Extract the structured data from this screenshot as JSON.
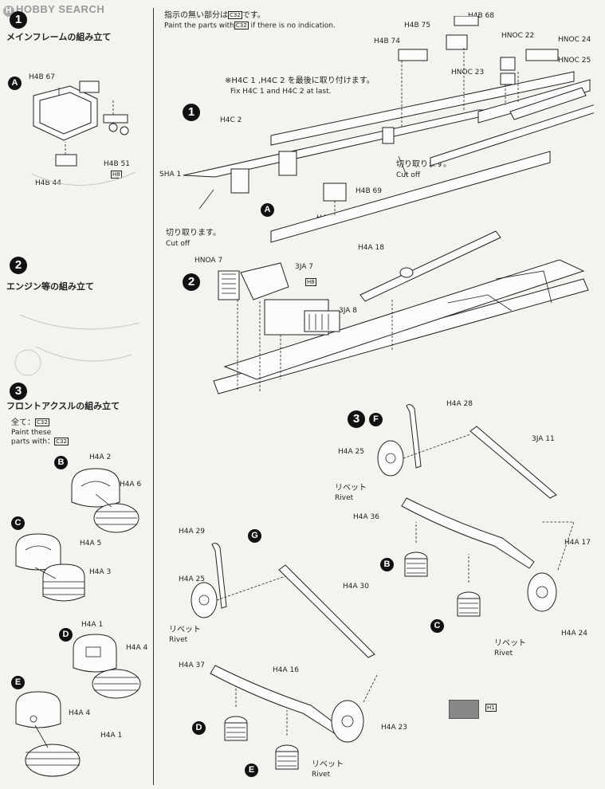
{
  "watermark": {
    "logo_text": "HOBBY SEARCH",
    "logo_letter": "H"
  },
  "header_note": {
    "jp_line": "指示の無い部分は",
    "jp_code": "C32",
    "jp_tail": "です。",
    "en_line": "Paint the parts with",
    "en_code": "C32",
    "en_tail": "if there is no indication."
  },
  "left": {
    "step1": {
      "number": "1",
      "title": "メインフレームの組み立て"
    },
    "sub_a": {
      "letter": "A",
      "parts": [
        "H4B 67",
        "H4B 51",
        "H4B 44"
      ],
      "paint": "H8"
    },
    "step2": {
      "number": "2",
      "title": "エンジン等の組み立て"
    },
    "step3": {
      "number": "3",
      "title": "フロントアクスルの組み立て",
      "paint_all_jp": "全て：",
      "paint_all_en1": "Paint these",
      "paint_all_en2": "parts with：",
      "paint_code": "C32"
    },
    "sub_b": {
      "letter": "B",
      "parts": [
        "H4A 2",
        "H4A 6"
      ]
    },
    "sub_c": {
      "letter": "C",
      "parts": [
        "H4A 5",
        "H4A 3"
      ]
    },
    "sub_d": {
      "letter": "D",
      "parts": [
        "H4A 1",
        "H4A 4"
      ]
    },
    "sub_e": {
      "letter": "E",
      "parts": [
        "H4A 4",
        "H4A 1"
      ]
    }
  },
  "main": {
    "step1_labels": {
      "h4b75": "H4B 75",
      "h4b68": "H4B 68",
      "h4b74": "H4B 74",
      "hnoc22": "HNOC 22",
      "hnoc24": "HNOC 24",
      "hnoc25": "HNOC 25",
      "hnoc23": "HNOC 23",
      "note_jp": "※H4C 1 ,H4C 2 を最後に取り付けます。",
      "note_en": "Fix H4C 1 and H4C 2 at last.",
      "h4c2": "H4C 2",
      "sha1": "SHA 1",
      "cut_jp_right": "切り取ります。",
      "cut_en_right": "Cut off",
      "cut_jp_left": "切り取ります。",
      "cut_en_left": "Cut off",
      "h4b69": "H4B 69",
      "h4c1": "H4C 1",
      "sub_a": "A"
    },
    "step2_labels": {
      "hnoa7": "HNOA 7",
      "ja7": "3JA 7",
      "paint_h8": "H8",
      "ja8": "3JA 8",
      "h4a18": "H4A 18"
    },
    "step3_labels": {
      "sub_f": "F",
      "h4a28": "H4A 28",
      "ja11": "3JA 11",
      "h4a25": "H4A 25",
      "rivet_jp": "リベット",
      "rivet_en": "Rivet",
      "h4a36": "H4A 36",
      "h4a17": "H4A 17",
      "h4a24": "H4A 24",
      "sub_b": "B",
      "sub_c": "C",
      "rivet2_jp": "リベット",
      "rivet2_en": "Rivet"
    },
    "step_g_labels": {
      "sub_g": "G",
      "h4a29": "H4A 29",
      "h4a25": "H4A 25",
      "h4a30": "H4A 30",
      "rivet_jp": "リベット",
      "rivet_en": "Rivet",
      "h4a37": "H4A 37",
      "h4a16": "H4A 16",
      "h4a23": "H4A 23",
      "sub_d": "D",
      "sub_e": "E",
      "rivet2_jp": "リベット",
      "rivet2_en": "Rivet"
    },
    "legend": {
      "paint_code": "H1",
      "swatch_color": "#888888"
    }
  }
}
